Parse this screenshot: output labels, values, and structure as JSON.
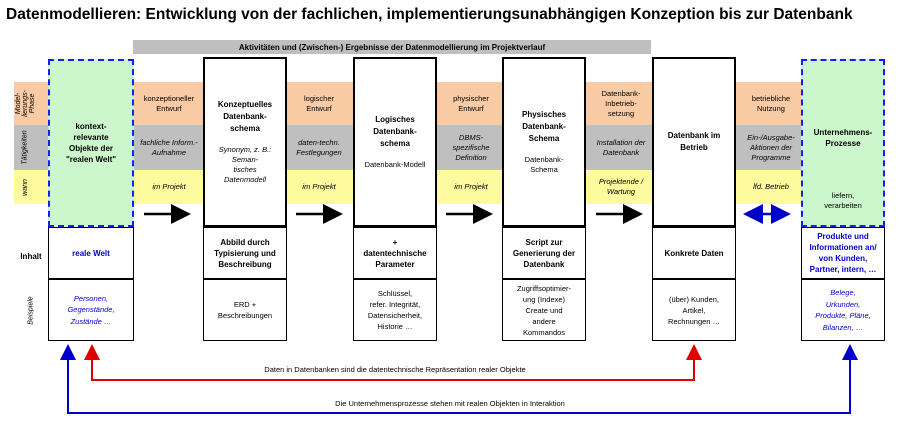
{
  "title": "Datenmodellieren: Entwicklung von der fachlichen, implementierungsunabhängigen Konzeption bis zur Datenbank",
  "banner": "Aktivitäten und (Zwischen-) Ergebnisse der Datenmodellierung im Projektverlauf",
  "row_labels": {
    "phase": "Model-\nlierungs-\nPhase",
    "activities": "Tätigkeiten",
    "when": "wann",
    "content": "Inhalt",
    "examples": "Beispiele"
  },
  "real_world": {
    "box": "kontext-\nrelevante\nObjekte der\n\"realen Welt\"",
    "content": "reale Welt",
    "examples": "Personen,\nGegenstände,\nZustände …"
  },
  "transitions": [
    {
      "phase": "konzeptioneller\nEntwurf",
      "activity": "fachliche Inform.-\nAufnahme",
      "when": "im Projekt"
    },
    {
      "phase": "logischer\nEntwurf",
      "activity": "daten-techn.\nFestlegungen",
      "when": "im Projekt"
    },
    {
      "phase": "physischer\nEntwurf",
      "activity": "DBMS-\nspezifische\nDefinition",
      "when": "im Projekt"
    },
    {
      "phase": "Datenbank-\nInbetrieb-\nsetzung",
      "activity": "Installation der\nDatenbank",
      "when": "Projektende /\nWartung"
    },
    {
      "phase": "betriebliche\nNutzung",
      "activity": "Ein-/Ausgabe-\nAktionen der\nProgramme",
      "when": "lfd. Betrieb"
    }
  ],
  "phases": [
    {
      "title": "Konzeptuelles\nDatenbank-\nschema",
      "subtitle": "Synonym, z. B.:\nSeman-\ntisches\nDatenmodell",
      "content": "Abbild durch\nTypisierung und\nBeschreibung",
      "examples": "ERD +\nBeschreibungen"
    },
    {
      "title": "Logisches\nDatenbank-\nschema",
      "subtitle": "Datenbank-Modell",
      "content": "+\ndatentechnische\nParameter",
      "examples": "Schlüssel,\nrefer. Integrität,\nDatensicherheit,\nHistorie …"
    },
    {
      "title": "Physisches\nDatenbank-\nSchema",
      "subtitle": "Datenbank-\nSchema",
      "content": "Script zur\nGenerierung der\nDatenbank",
      "examples": "Zugriffsoptimier-\nung (Indexe)\nCreate und\nandere\nKommandos"
    },
    {
      "title": "Datenbank im\nBetrieb",
      "subtitle": "",
      "content": "Konkrete Daten",
      "examples": "(über) Kunden,\nArtikel,\nRechnungen …"
    }
  ],
  "business": {
    "box": "Unternehmens-\nProzesse",
    "box_sub": "liefern,\nverarbeiten",
    "content": "Produkte und\nInformationen an/\nvon Kunden,\nPartner, intern, …",
    "examples": "Belege,\nUrkunden,\nProdukte, Pläne,\nBilanzen, …"
  },
  "connectors": {
    "red": "Daten in Datenbanken sind die datentechnische Repräsentation realer Objekte",
    "blue": "Die Unternehmensprozesse stehen mit realen Objekten in Interaktion"
  },
  "colors": {
    "band_phase": "#f8cba4",
    "band_activity": "#bfbfbf",
    "band_when": "#fdfb9d",
    "green_box": "#ccf7cc",
    "blue": "#0000cc",
    "red": "#e00000"
  }
}
